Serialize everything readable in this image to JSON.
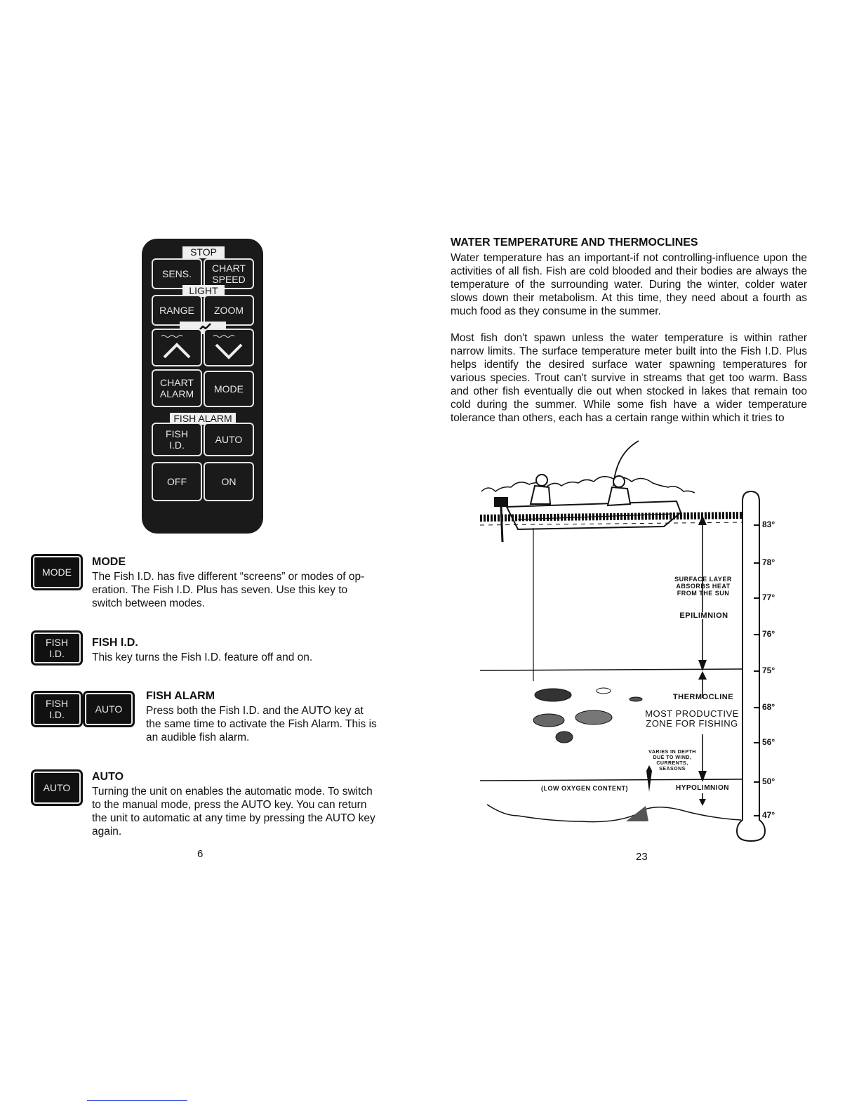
{
  "keypad": {
    "stop_label": "STOP",
    "sens_label": "SENS.",
    "chart_speed_label": [
      "CHART",
      "SPEED"
    ],
    "light_label": "LIGHT",
    "range_label": "RANGE",
    "zoom_label": "ZOOM",
    "chart_alarm_label": [
      "CHART",
      "ALARM"
    ],
    "mode_label": "MODE",
    "fish_alarm_label": "FISH ALARM",
    "fish_id_label": [
      "FISH",
      "I.D."
    ],
    "auto_label": "AUTO",
    "off_label": "OFF",
    "on_label": "ON"
  },
  "left_sections": {
    "mode": {
      "key_label": "MODE",
      "title": "MODE",
      "body": [
        "The Fish I.D. has five different “screens” or modes of op-",
        "eration.  The Fish I.D. Plus has seven.  Use this key to",
        "switch between modes."
      ]
    },
    "fish_id": {
      "key_label": [
        "FISH",
        "I.D."
      ],
      "title": "FISH I.D.",
      "body": [
        "This key turns the Fish I.D. feature off and on."
      ]
    },
    "fish_alarm": {
      "key_label_1": [
        "FISH",
        "I.D."
      ],
      "key_label_2": "AUTO",
      "title": "FISH ALARM",
      "body": [
        "Press both the Fish I.D. and the AUTO key at",
        "the same time to activate the Fish Alarm. This is",
        "an audible fish alarm."
      ]
    },
    "auto": {
      "key_label": "AUTO",
      "title": "AUTO",
      "body": [
        "Turning the unit on enables the automatic mode.  To switch",
        "to the manual mode, press the AUTO key.  You can return",
        "the unit to automatic at any time by pressing the AUTO key",
        "again."
      ]
    },
    "page_number": "6"
  },
  "right_column": {
    "title": "WATER TEMPERATURE AND THERMOCLINES",
    "para1": "Water temperature has an important-if not controlling-influence upon the activities of all fish.  Fish are cold blooded and their bodies are always the temperature of the surrounding water.  During the winter, colder water slows down their metabolism.  At this time, they need about a fourth as much food as they consume in the summer.",
    "para2": "Most fish don't spawn unless the water temperature is within rather narrow limits.  The  surface temperature meter built into the Fish I.D. Plus helps identify the desired surface water spawning temperatures for various species.   Trout can't survive in streams that get too warm. Bass and other fish eventually die out when stocked in lakes that remain too cold during the summer.  While some fish have a wider temperature tolerance than others, each has a certain range within which it tries to",
    "page_number": "23"
  },
  "diagram": {
    "surface_layer": [
      "SURFACE LAYER",
      "ABSORBS HEAT",
      "FROM THE SUN"
    ],
    "epilimnion": "EPILIMNION",
    "thermocline": "THERMOCLINE",
    "productive_zone": [
      "MOST PRODUCTIVE",
      "ZONE FOR FISHING"
    ],
    "varies": [
      "VARIES IN DEPTH",
      "DUE TO WIND,",
      "CURRENTS,",
      "SEASONS"
    ],
    "low_oxygen": "(LOW OXYGEN CONTENT)",
    "hypolimnion": "HYPOLIMNION",
    "temperatures": [
      "83°",
      "78°",
      "77°",
      "76°",
      "75°",
      "68°",
      "56°",
      "50°",
      "47°"
    ]
  }
}
